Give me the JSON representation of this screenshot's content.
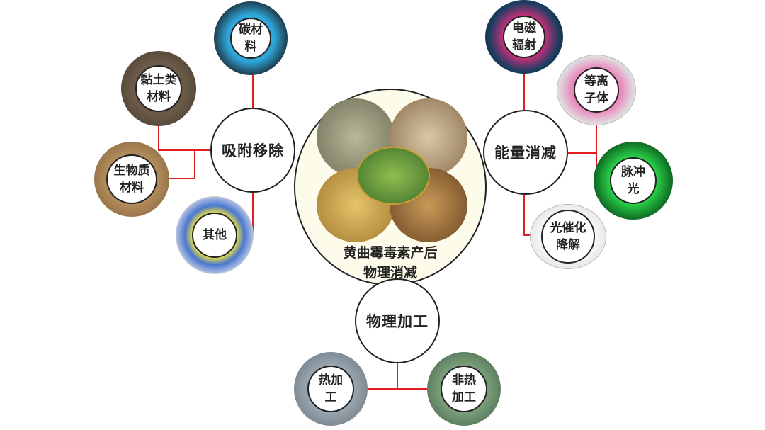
{
  "center": {
    "line1": "黄曲霉毒素产后",
    "line2": "物理消减"
  },
  "branches": {
    "adsorption": {
      "label": "吸附移除",
      "children": [
        {
          "line1": "碳材",
          "line2": "料"
        },
        {
          "line1": "黏土类",
          "line2": "材料"
        },
        {
          "line1": "生物质",
          "line2": "材料"
        },
        {
          "line1": "其他",
          "line2": ""
        }
      ]
    },
    "energy": {
      "label": "能量消减",
      "children": [
        {
          "line1": "电磁",
          "line2": "辐射"
        },
        {
          "line1": "等离",
          "line2": "子体"
        },
        {
          "line1": "脉冲",
          "line2": "光"
        },
        {
          "line1": "光催化",
          "line2": "降解"
        }
      ]
    },
    "processing": {
      "label": "物理加工",
      "children": [
        {
          "line1": "热加",
          "line2": "工"
        },
        {
          "line1": "非热",
          "line2": "加工"
        }
      ]
    }
  },
  "colors": {
    "connector": "#e02020",
    "center_fill": "#fdfbea"
  }
}
